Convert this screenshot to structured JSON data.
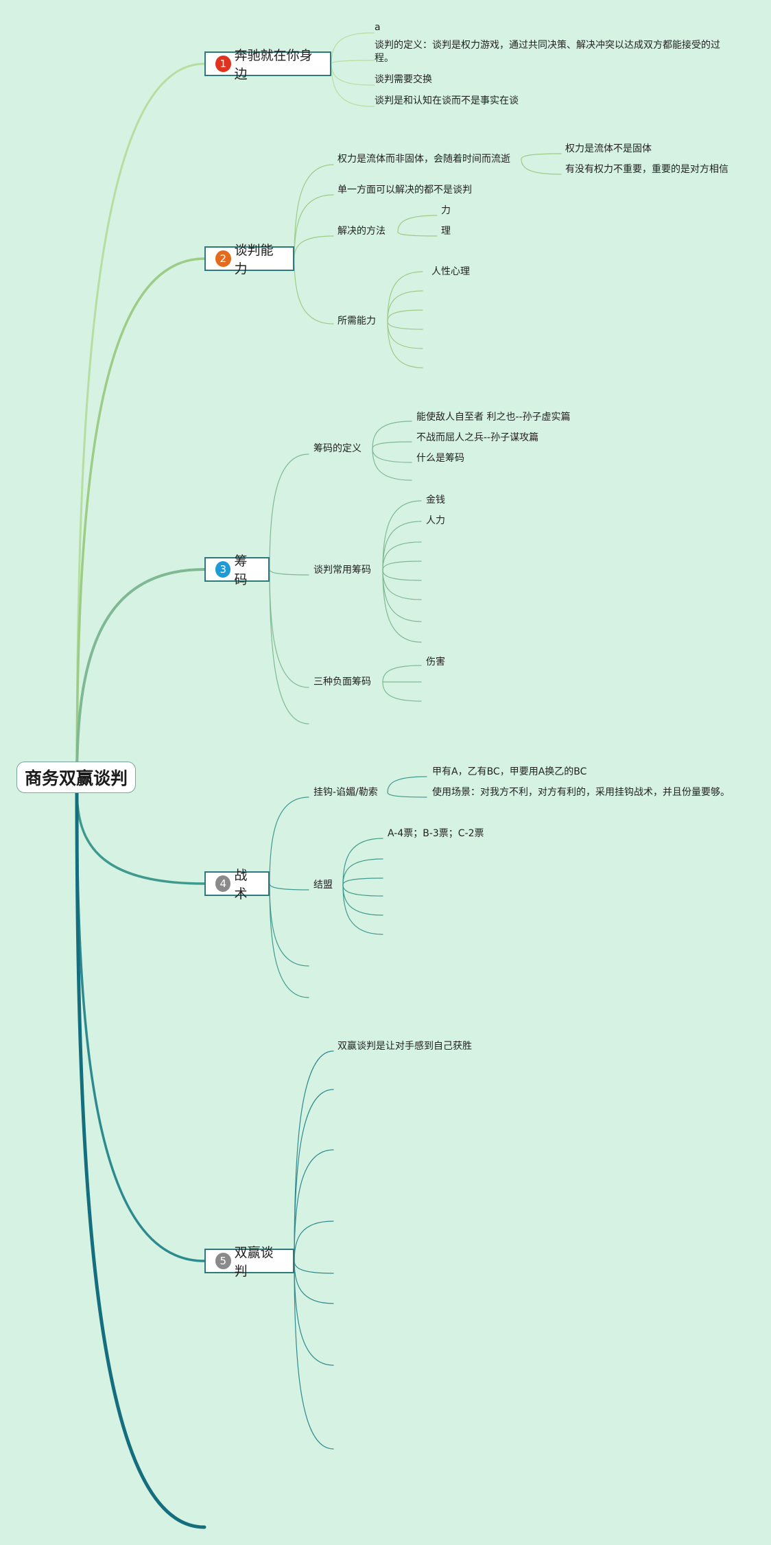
{
  "root": "商务双赢谈判",
  "colors": {
    "background": "#d6f2e3",
    "b1": "#b5dea0",
    "b2": "#9ccc86",
    "b3": "#7fb993",
    "b4": "#3f9a8e",
    "b5": "#2d8a8e",
    "b6": "#156e7e",
    "badge1": "#e0331e",
    "badge2": "#e46b1d",
    "badge3": "#1e9ad6",
    "badge4": "#8a8a8a",
    "badge5": "#8a8a8a"
  },
  "branches": [
    {
      "badge": "1",
      "label": "奔驰就在你身边",
      "children": [
        {
          "label": "a"
        },
        {
          "label": "谈判的定义：谈判是权力游戏，通过共同决策、解决冲突以达成双方都能接受的过程。"
        },
        {
          "label": "谈判需要交换"
        },
        {
          "label": "谈判是和认知在谈而不是事实在谈"
        }
      ]
    },
    {
      "badge": "2",
      "label": "谈判能力",
      "children": [
        {
          "label": "权力是流体而非固体，会随着时间而流逝",
          "children": [
            "权力是流体不是固体",
            "有没有权力不重要，重要的是对方相信"
          ]
        },
        {
          "label": "单一方面可以解决的都不是谈判"
        },
        {
          "label": "解决的方法",
          "children": [
            "力",
            "理"
          ]
        },
        {
          "label": "所需能力",
          "children": [
            "人性心理",
            "",
            "",
            "",
            "",
            ""
          ]
        }
      ]
    },
    {
      "badge": "3",
      "label": "筹码",
      "children": [
        {
          "label": "筹码的定义",
          "children": [
            "能使敌人自至者 利之也--孙子虚实篇",
            "不战而屈人之兵--孙子谋攻篇",
            "什么是筹码",
            ""
          ]
        },
        {
          "label": "谈判常用筹码",
          "children": [
            "金钱",
            "人力",
            "",
            "",
            "",
            "",
            "",
            ""
          ]
        },
        {
          "label": "三种负面筹码",
          "children": [
            "伤害",
            "",
            ""
          ]
        },
        {
          "label": ""
        }
      ]
    },
    {
      "badge": "4",
      "label": "战术",
      "children": [
        {
          "label": "挂钩-谄媚/勒索",
          "children": [
            "甲有A，乙有BC，甲要用A换乙的BC",
            "使用场景：对我方不利，对方有利的，采用挂钩战术，并且份量要够。"
          ]
        },
        {
          "label": "结盟",
          "children": [
            "A-4票；B-3票；C-2票",
            "",
            "",
            "",
            "",
            ""
          ]
        },
        {
          "label": ""
        },
        {
          "label": ""
        }
      ]
    },
    {
      "badge": "5",
      "label": "双赢谈判",
      "children": [
        {
          "label": "双赢谈判是让对手感到自己获胜"
        },
        {
          "label": ""
        },
        {
          "label": ""
        },
        {
          "label": ""
        },
        {
          "label": ""
        },
        {
          "label": ""
        },
        {
          "label": ""
        },
        {
          "label": ""
        },
        {
          "label": ""
        }
      ]
    }
  ]
}
